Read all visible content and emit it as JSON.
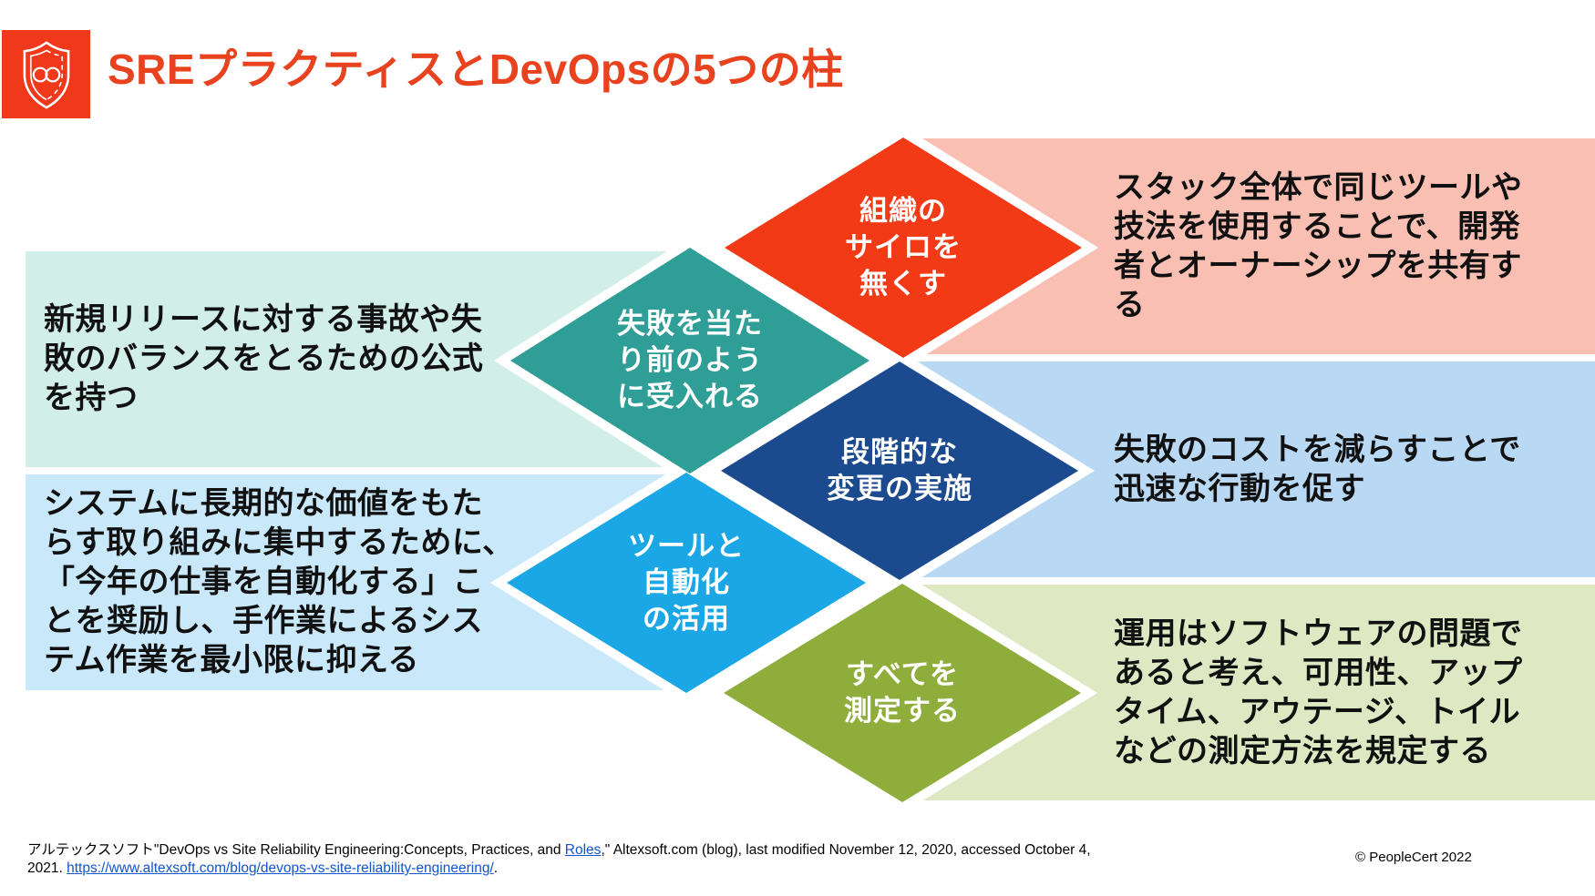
{
  "header": {
    "title": "SREプラクティスとDevOpsの5つの柱",
    "title_color": "#E8421E",
    "logo": {
      "icon": "shield-infinity-icon",
      "background": "#F0381A",
      "foreground": "#FFFFFF"
    }
  },
  "pillars": [
    {
      "id": "remove-silos",
      "side": "right",
      "diamond_label": "組織の\nサイロを\n無くす",
      "diamond_color": "#F23A17",
      "band_color": "#F9BFB2",
      "band_text": "スタック全体で同じツールや\n技法を使用することで、開発\n者とオーナーシップを共有す\nる"
    },
    {
      "id": "accept-failure-as-normal",
      "side": "left",
      "diamond_label": "失敗を当た\nり前のよう\nに受入れる",
      "diamond_color": "#2F9E96",
      "band_color": "#D2EEE8",
      "band_text": "新規リリースに対する事故や失\n敗のバランスをとるための公式\nを持つ"
    },
    {
      "id": "implement-gradual-change",
      "side": "right",
      "diamond_label": "段階的な\n変更の実施",
      "diamond_color": "#1C4A8E",
      "band_color": "#B9D8F4",
      "band_text": "失敗のコストを減らすことで\n迅速な行動を促す"
    },
    {
      "id": "leverage-tooling-automation",
      "side": "left",
      "diamond_label": "ツールと\n自動化\nの活用",
      "diamond_color": "#1BA7E5",
      "band_color": "#C9E9FB",
      "band_text": "システムに長期的な価値をもた\nらす取り組みに集中するために、\n「今年の仕事を自動化する」こ\nとを奨励し、手作業によるシス\nテム作業を最小限に抑える"
    },
    {
      "id": "measure-everything",
      "side": "right",
      "diamond_label": "すべてを\n測定する",
      "diamond_color": "#8EAD3B",
      "band_color": "#DEE9C4",
      "band_text": "運用はソフトウェアの問題で\nあると考え、可用性、アップ\nタイム、アウテージ、トイル\nなどの測定方法を規定する"
    }
  ],
  "footer": {
    "line1_pre": "アルテックスソフト\"DevOps vs Site Reliability Engineering:Concepts, Practices, and ",
    "line1_link": "Roles",
    "line1_post": ",\" Altexsoft.com (blog), last modified November 12, 2020, accessed October 4,",
    "line2_pre": "2021. ",
    "line2_link": "https://www.altexsoft.com/blog/devops-vs-site-reliability-engineering/",
    "line2_post": ".",
    "link_color": "#1155CC"
  },
  "copyright": "© PeopleCert 2022"
}
